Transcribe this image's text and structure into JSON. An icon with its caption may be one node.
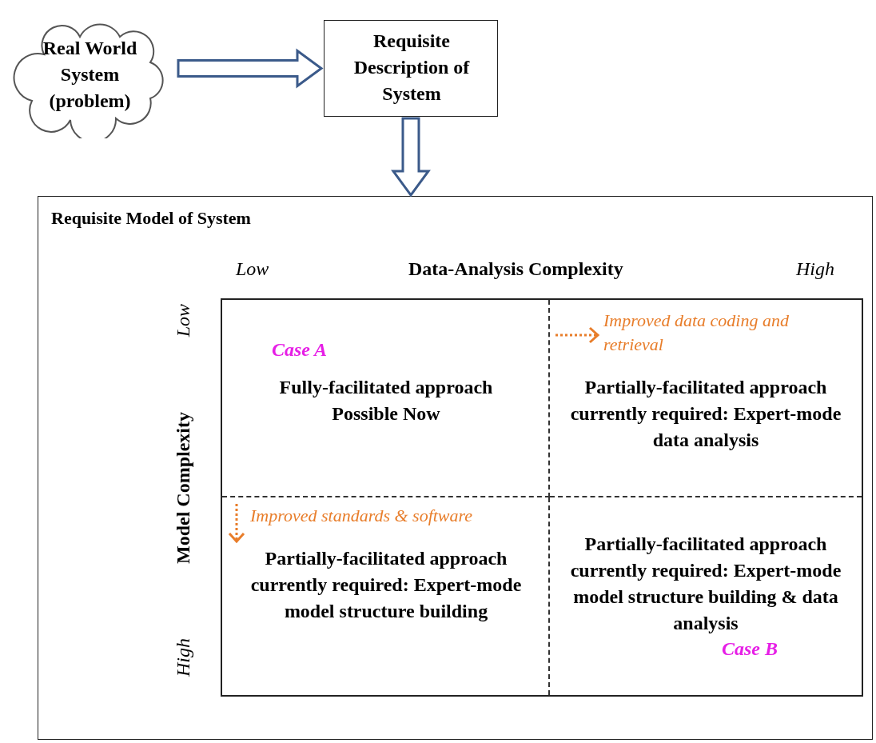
{
  "diagram": {
    "nodes": [
      {
        "text": [
          "Real World System (problem)"
        ]
      },
      {
        "text": [
          "Requisite Description of System"
        ]
      },
      {
        "text": [
          "Requisite Model of System"
        ]
      },
      {
        "text": [
          "Case A",
          "Fully-facilitated approach Possible Now"
        ],
        "in": 2
      },
      {
        "text": [
          "Partially-facilitated approach currently required: Expert-mode data analysis"
        ],
        "in": 2
      },
      {
        "text": [
          "Partially-facilitated approach currently required: Expert-mode model structure building"
        ],
        "in": 2
      },
      {
        "text": [
          "Partially-facilitated approach currently required: Expert-mode model structure building & data analysis",
          "Case B"
        ],
        "in": 2
      }
    ],
    "edges": [
      {
        "from": 0,
        "to": 1,
        "arrow": "to"
      },
      {
        "from": 1,
        "to": 2,
        "arrow": "to"
      }
    ],
    "labels": [
      "Low",
      "Data-Analysis Complexity",
      "High",
      "Low",
      "Model Complexity",
      "High",
      "Improved data coding and retrieval",
      "Improved standards & software"
    ]
  }
}
